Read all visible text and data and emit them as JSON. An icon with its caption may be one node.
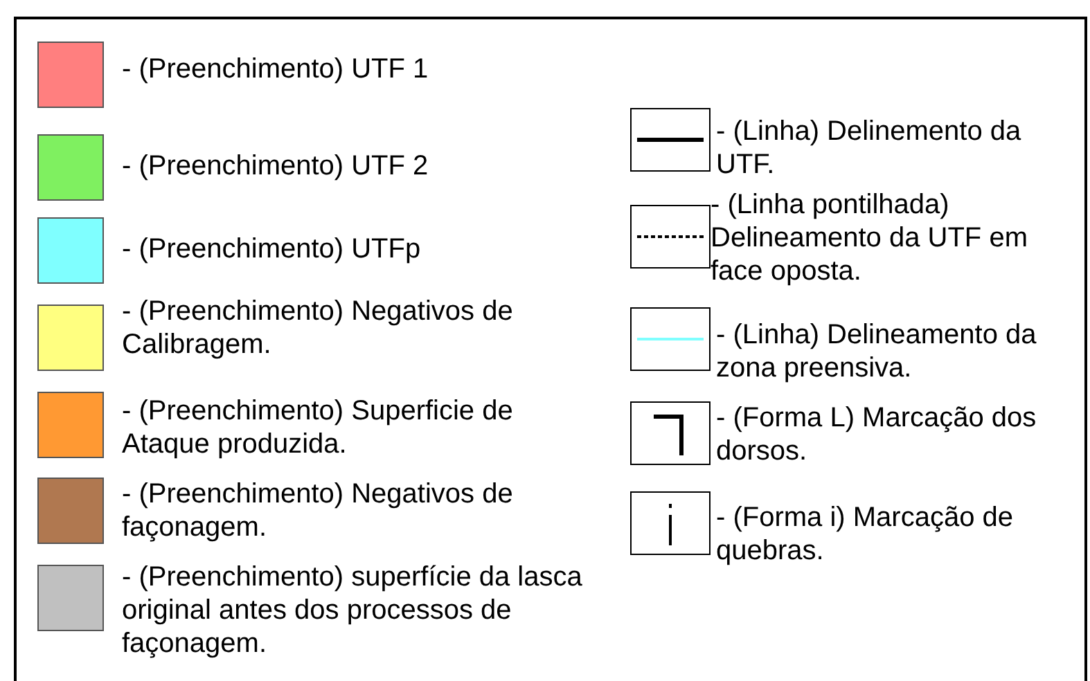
{
  "diagram": {
    "legend": [
      {
        "text": "- (Preenchimento) UTF 1",
        "color": "#ff7f7f"
      },
      {
        "text": "- (Preenchimento) UTF 2",
        "color": "#7ff060"
      },
      {
        "text": "- (Preenchimento) UTFp",
        "color": "#7fffff"
      },
      {
        "text": "- (Preenchimento) Negativos de Calibragem.",
        "color": "#ffff80"
      },
      {
        "text": "- (Preenchimento) Superficie de Ataque produzida.",
        "color": "#ff9933"
      },
      {
        "text": "- (Preenchimento) Negativos de façonagem.",
        "color": "#b07850"
      },
      {
        "text": "- (Preenchimento) superfície da lasca original antes dos processos de façonagem.",
        "color": "#c0c0c0"
      },
      {
        "text": "- (Linha) Delinemento da UTF."
      },
      {
        "text": "- (Linha pontilhada) Delineamento da UTF em face oposta."
      },
      {
        "text": "- (Linha) Delineamento da zona preensiva."
      },
      {
        "text": "- (Forma L) Marcação dos dorsos."
      },
      {
        "text": "- (Forma i) Marcação de quebras."
      }
    ]
  }
}
